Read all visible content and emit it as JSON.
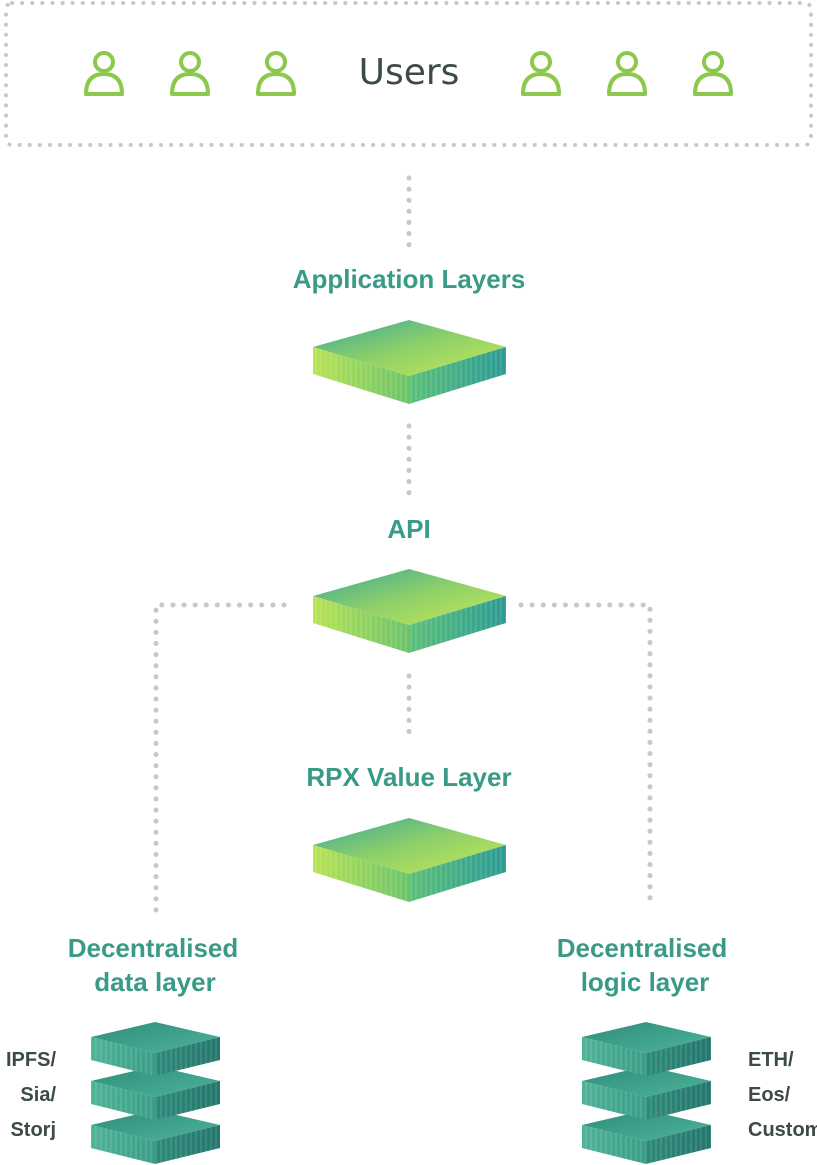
{
  "users": {
    "label": "Users",
    "icons": [
      "user-icon",
      "user-icon",
      "user-icon",
      "user-icon",
      "user-icon",
      "user-icon"
    ]
  },
  "layers": {
    "application": "Application Layers",
    "api": "API",
    "rpx_value": "RPX Value Layer",
    "data_layer": {
      "line1": "Decentralised",
      "line2": "data layer"
    },
    "logic_layer": {
      "line1": "Decentralised",
      "line2": "logic layer"
    }
  },
  "data_stack_labels": [
    "IPFS/",
    "Sia/",
    "Storj"
  ],
  "logic_stack_labels": [
    "ETH/",
    "Eos/",
    "Custom"
  ],
  "colors": {
    "accent_green": "#8cc84b",
    "teal": "#3a9a88",
    "dot_gray": "#c8c8c8",
    "text_dark": "#3d4a4a"
  }
}
